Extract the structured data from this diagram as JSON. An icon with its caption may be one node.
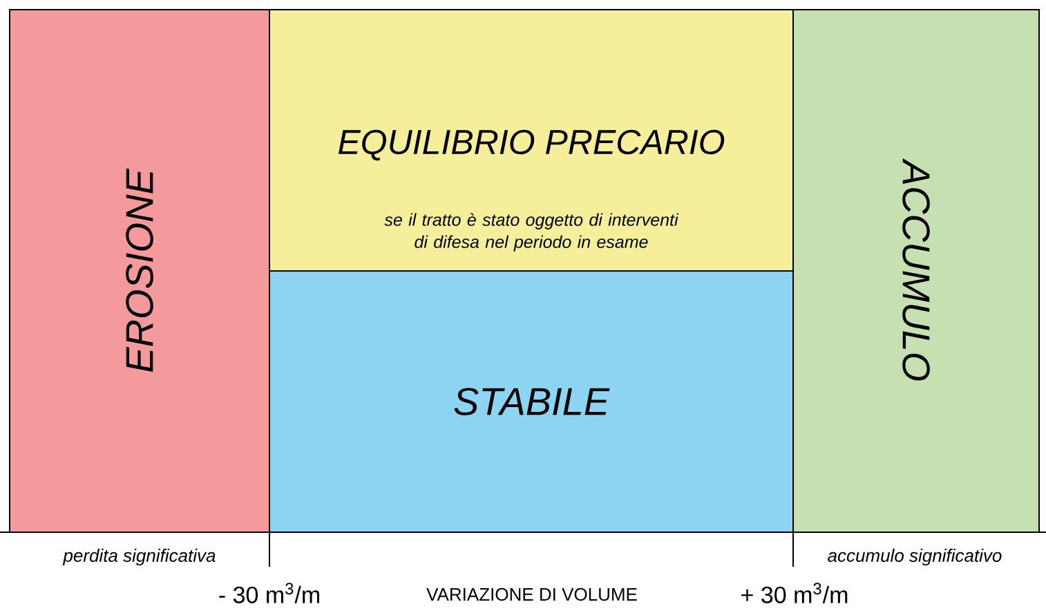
{
  "diagram": {
    "nodes": [
      {
        "text": [
          "EROSIONE"
        ]
      },
      {
        "text": [
          "EQUILIBRIO PRECARIO",
          "se il tratto è stato oggetto di interventi di difesa nel periodo in esame"
        ]
      },
      {
        "text": [
          "STABILE"
        ]
      },
      {
        "text": [
          "ACCUMULO"
        ]
      }
    ],
    "labels": [
      "perdita significativa",
      "accumulo significativo",
      "- 30 m$^{3}$/m",
      "VARIAZIONE DI VOLUME",
      "+ 30 m$^{3}$/m"
    ]
  }
}
